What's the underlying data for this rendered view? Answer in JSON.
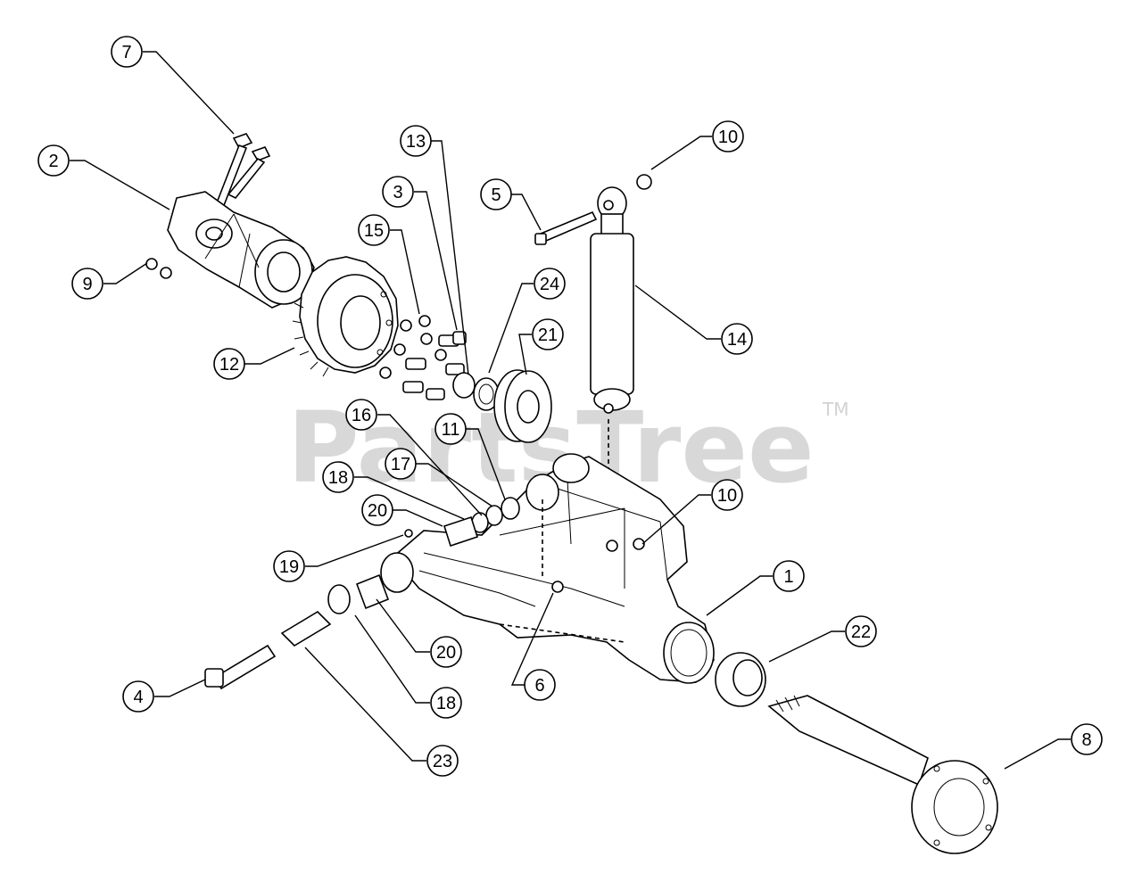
{
  "watermark": {
    "brand": "PartsTree",
    "trademark": "TM"
  },
  "callouts": [
    {
      "label": "7"
    },
    {
      "label": "2"
    },
    {
      "label": "9"
    },
    {
      "label": "13"
    },
    {
      "label": "3"
    },
    {
      "label": "15"
    },
    {
      "label": "12"
    },
    {
      "label": "5"
    },
    {
      "label": "10"
    },
    {
      "label": "24"
    },
    {
      "label": "21"
    },
    {
      "label": "14"
    },
    {
      "label": "16"
    },
    {
      "label": "11"
    },
    {
      "label": "17"
    },
    {
      "label": "18"
    },
    {
      "label": "20"
    },
    {
      "label": "10"
    },
    {
      "label": "19"
    },
    {
      "label": "1"
    },
    {
      "label": "22"
    },
    {
      "label": "20"
    },
    {
      "label": "4"
    },
    {
      "label": "18"
    },
    {
      "label": "6"
    },
    {
      "label": "23"
    },
    {
      "label": "8"
    }
  ]
}
